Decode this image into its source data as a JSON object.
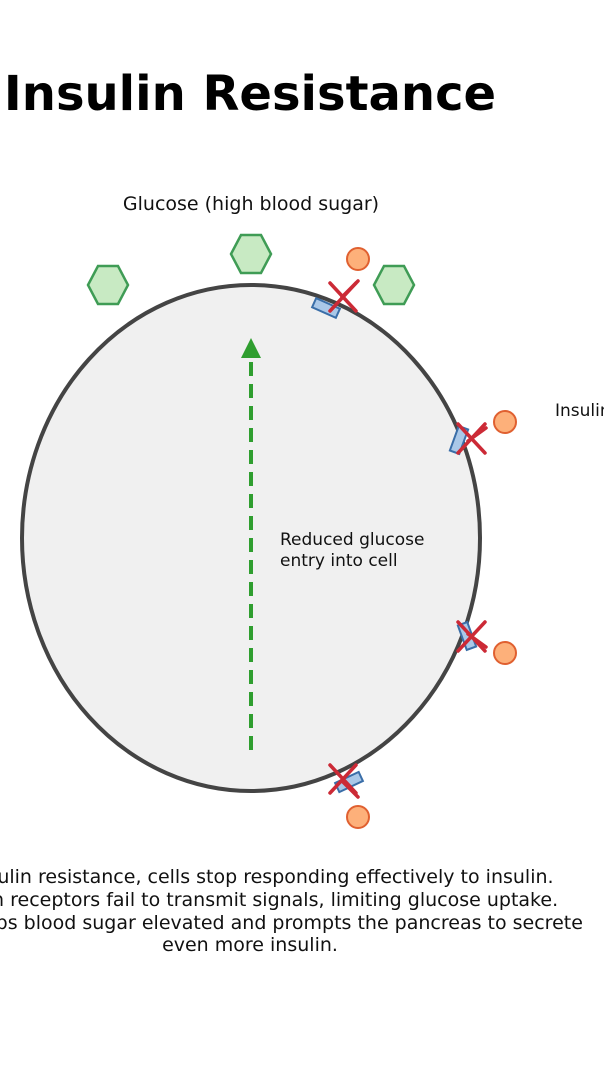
{
  "title": "Insulin Resistance",
  "glucose_label": "Glucose (high blood sugar)",
  "insulin_label": "Insulin",
  "arrow_label_line1": "Reduced glucose",
  "arrow_label_line2": "entry into cell",
  "caption_lines": [
    "In insulin resistance, cells stop responding effectively to insulin.",
    "Insulin receptors fail to transmit signals, limiting glucose uptake.",
    "This keeps blood sugar elevated and prompts the pancreas to secrete",
    "even more insulin."
  ],
  "colors": {
    "cell_fill": "#f0f0f0",
    "cell_stroke": "#444444",
    "glucose_fill": "#c8eac3",
    "glucose_stroke": "#3f9c55",
    "insulin_fill": "#fdb07a",
    "insulin_stroke": "#e06030",
    "receptor_fill": "#aac8e8",
    "receptor_stroke": "#3a6ea8",
    "block_mark": "#cc2a36",
    "arrow": "#2f9e2f"
  },
  "icons": {
    "glucose": "hexagon",
    "insulin": "circle",
    "receptor": "rectangle",
    "blocked": "x-mark"
  }
}
